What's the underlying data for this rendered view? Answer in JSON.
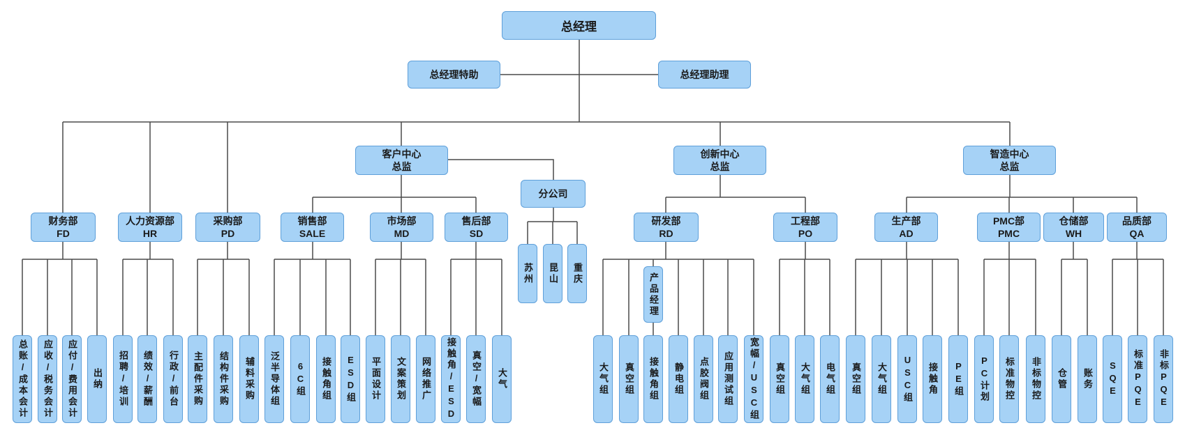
{
  "nodes": {
    "gm": {
      "label": "总经理"
    },
    "special_assistant": {
      "label": "总经理特助"
    },
    "assistant": {
      "label": "总经理助理"
    },
    "centers": [
      {
        "line1": "客户中心",
        "line2": "总监"
      },
      {
        "line1": "创新中心",
        "line2": "总监"
      },
      {
        "line1": "智造中心",
        "line2": "总监"
      }
    ],
    "branch": {
      "label": "分公司",
      "children": [
        "苏州",
        "昆山",
        "重庆"
      ]
    },
    "product_manager": {
      "label": "产品经理"
    },
    "departments": [
      {
        "line1": "财务部",
        "line2": "FD",
        "children": [
          "总账/成本会计",
          "应收/税务会计",
          "应付/费用会计",
          "出纳"
        ]
      },
      {
        "line1": "人力资源部",
        "line2": "HR",
        "children": [
          "招聘/培训",
          "绩效/薪酬",
          "行政/前台"
        ]
      },
      {
        "line1": "采购部",
        "line2": "PD",
        "children": [
          "主配件采购",
          "结构件采购",
          "辅料采购"
        ]
      },
      {
        "line1": "销售部",
        "line2": "SALE",
        "children": [
          "泛半导体组",
          "6C组",
          "接触角组",
          "ESD组"
        ]
      },
      {
        "line1": "市场部",
        "line2": "MD",
        "children": [
          "平面设计",
          "文案策划",
          "网络推广"
        ]
      },
      {
        "line1": "售后部",
        "line2": "SD",
        "children": [
          "接触角/ESD",
          "真空/宽幅",
          "大气"
        ]
      },
      {
        "line1": "研发部",
        "line2": "RD",
        "children": [
          "大气组",
          "真空组",
          "接触角组",
          "静电组",
          "点胶阀组",
          "应用测试组",
          "宽幅/USC组"
        ]
      },
      {
        "line1": "工程部",
        "line2": "PO",
        "children": [
          "真空组",
          "大气组",
          "电气组"
        ]
      },
      {
        "line1": "生产部",
        "line2": "AD",
        "children": [
          "真空组",
          "大气组",
          "USC组",
          "接触角",
          "PE组"
        ]
      },
      {
        "line1": "PMC部",
        "line2": "PMC",
        "children": [
          "PC计划",
          "标准物控",
          "非标物控"
        ]
      },
      {
        "line1": "仓储部",
        "line2": "WH",
        "children": [
          "仓管",
          "账务"
        ]
      },
      {
        "line1": "品质部",
        "line2": "QA",
        "children": [
          "SQE",
          "标准PQE",
          "非标PQE"
        ]
      }
    ]
  },
  "colors": {
    "node_fill": "#A6D2F6",
    "node_border": "#5E9FD9",
    "connector": "#4A4A4A",
    "text": "#1A1A1A",
    "background": "#FFFFFF"
  }
}
